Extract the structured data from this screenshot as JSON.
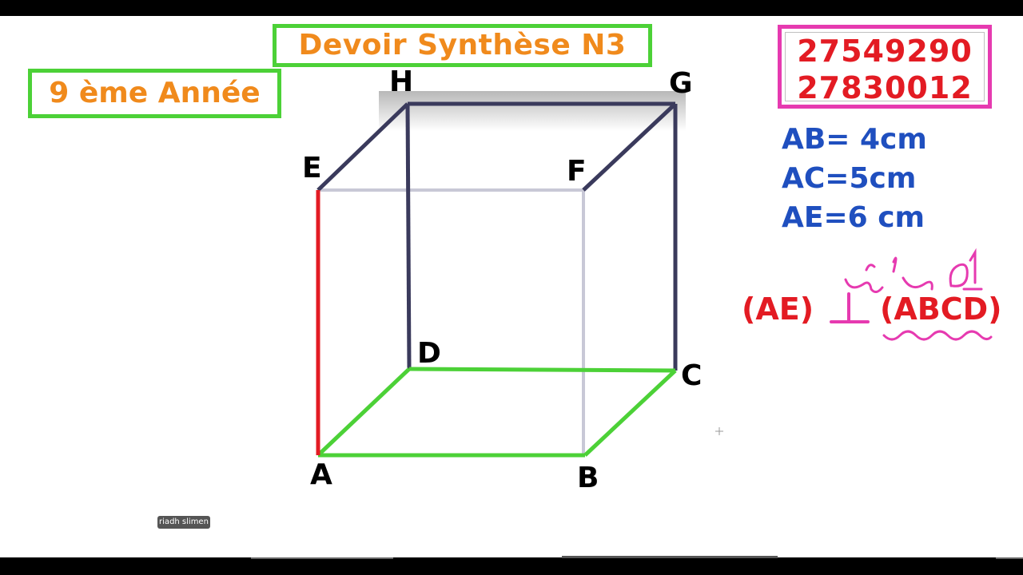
{
  "header": {
    "title": "Devoir Synthèse N3",
    "grade": "9 ème Année",
    "phones": [
      "27549290",
      "27830012"
    ]
  },
  "dimensions": [
    "AB= 4cm",
    "AC=5cm",
    "AE=6 cm"
  ],
  "question": {
    "left": "(AE)",
    "right": "(ABCD)"
  },
  "vertices": {
    "A": "A",
    "B": "B",
    "C": "C",
    "D": "D",
    "E": "E",
    "F": "F",
    "G": "G",
    "H": "H"
  },
  "colors": {
    "green": "#4cd137",
    "orange": "#f08a1c",
    "pink": "#e63ab0",
    "red": "#e31b23",
    "blue": "#1f4fbf",
    "navy": "#3a3a5c"
  },
  "watermark": "riadh slimen"
}
